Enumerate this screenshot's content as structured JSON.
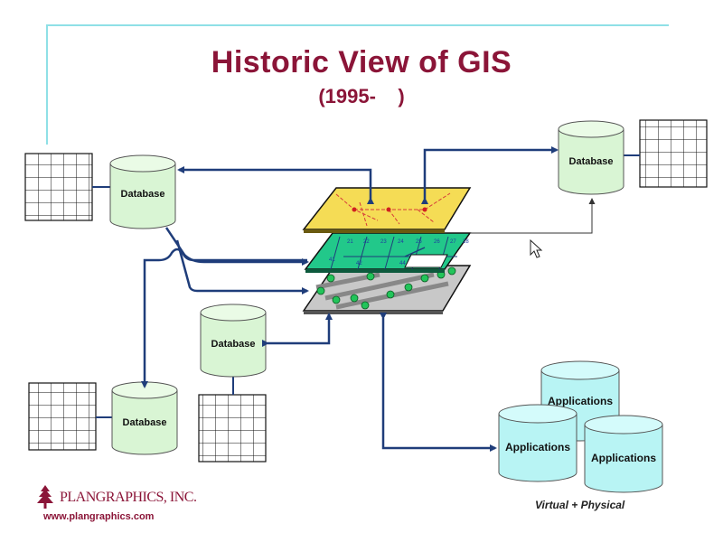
{
  "title": "Historic View of GIS",
  "subtitle": "(1995-    )",
  "databases": [
    {
      "label": "Database"
    },
    {
      "label": "Database"
    },
    {
      "label": "Database"
    },
    {
      "label": "Database"
    }
  ],
  "applications": [
    {
      "label": "Applications"
    },
    {
      "label": "Applications"
    },
    {
      "label": "Applications"
    }
  ],
  "map_layer_numbers": [
    "21",
    "22",
    "23",
    "24",
    "25",
    "26",
    "27",
    "28",
    "41",
    "42",
    "44"
  ],
  "caption": "Virtual + Physical",
  "brand": {
    "name": "PLANGRAPHICS, INC.",
    "url": "www.plangraphics.com"
  },
  "colors": {
    "title": "#8b1538",
    "cylinder_db": "#d9f5d4",
    "cylinder_app": "#b8f4f4",
    "layer_top": "#f5dc55",
    "layer_mid": "#22c88a",
    "layer_base": "#c8c8c8",
    "arrow": "#1f3d7a",
    "frame_line": "#8fe0e6"
  }
}
